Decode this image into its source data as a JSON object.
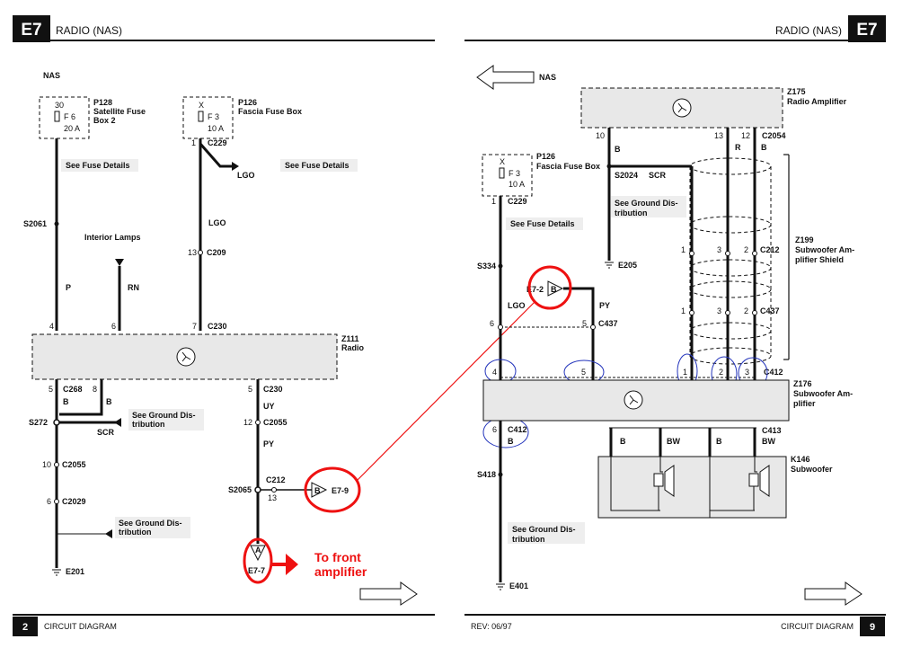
{
  "left_page": {
    "badge": "E7",
    "title": "RADIO (NAS)",
    "region": "NAS",
    "page_number": "2",
    "footer": "CIRCUIT DIAGRAM",
    "fuse_p128": {
      "pin": "30",
      "fuse": "F 6",
      "rating": "20 A",
      "id": "P128",
      "name_line1": "Satellite Fuse",
      "name_line2": "Box 2"
    },
    "fuse_p126": {
      "pin": "X",
      "fuse": "F 3",
      "rating": "10 A",
      "id": "P126",
      "name": "Fascia Fuse Box",
      "conn_pin": "1",
      "connector": "C229"
    },
    "see_fuse_details": "See Fuse Details",
    "wire_lgo": "LGO",
    "wire_p": "P",
    "wire_rn": "RN",
    "interior_lamps": "Interior Lamps",
    "splice_s2061": "S2061",
    "c209": {
      "pin": "13",
      "conn": "C209"
    },
    "radio_top": {
      "pin4": "4",
      "pin6": "6",
      "pin7": "7",
      "conn": "C230"
    },
    "radio": {
      "id": "Z111",
      "name": "Radio"
    },
    "c268": {
      "pin": "5",
      "conn": "C268",
      "pin2": "8"
    },
    "wire_b": "B",
    "splice_s272": "S272",
    "wire_scr": "SCR",
    "see_ground_1": "See Ground Dis-",
    "see_ground_2": "tribution",
    "c2055_left": {
      "pin": "10",
      "conn": "C2055"
    },
    "c2029": {
      "pin": "6",
      "conn": "C2029"
    },
    "see_ground_b1": "See Ground Dis-",
    "see_ground_b2": "tribution",
    "e201": "E201",
    "c230_right": {
      "pin": "5",
      "conn": "C230"
    },
    "wire_uy": "UY",
    "c2055_right": {
      "pin": "12",
      "conn": "C2055"
    },
    "wire_py": "PY",
    "c212": {
      "conn": "C212",
      "pin": "13"
    },
    "splice_s2065": "S2065",
    "e79": {
      "pin": "B",
      "ref": "E7-9"
    },
    "e77": {
      "pin": "A",
      "ref": "E7-7"
    },
    "annotation_1": "To front",
    "annotation_2": "amplifier"
  },
  "right_page": {
    "badge": "E7",
    "title": "RADIO (NAS)",
    "region": "NAS",
    "page_number": "9",
    "rev": "REV: 06/97",
    "footer": "CIRCUIT DIAGRAM",
    "z175": {
      "id": "Z175",
      "name": "Radio Amplifier"
    },
    "c2054": {
      "pin10": "10",
      "pin13": "13",
      "pin12": "12",
      "conn": "C2054"
    },
    "wire_b": "B",
    "wire_r": "R",
    "fuse_p126": {
      "pin": "X",
      "fuse": "F 3",
      "rating": "10 A",
      "id": "P126",
      "name": "Fascia Fuse Box",
      "conn_pin": "1",
      "connector": "C229"
    },
    "s2024": "S2024",
    "wire_scr": "SCR",
    "see_ground_1": "See Ground Dis-",
    "see_ground_2": "tribution",
    "see_fuse_details": "See Fuse Details",
    "e205": "E205",
    "s334": "S334",
    "z199": {
      "id": "Z199",
      "name_line1": "Subwoofer Am-",
      "name_line2": "plifier Shield"
    },
    "c212": {
      "pin1": "1",
      "pin3": "3",
      "pin2": "2",
      "conn": "C212"
    },
    "e72": {
      "pin": "B",
      "ref": "E7-2"
    },
    "wire_lgo": "LGO",
    "wire_py": "PY",
    "c437_left": {
      "pin6": "6",
      "pin5": "5",
      "conn": "C437"
    },
    "c437_right": {
      "pin1": "1",
      "pin3": "3",
      "pin2": "2",
      "conn": "C437"
    },
    "c412_top": {
      "pin4": "4",
      "pin5": "5",
      "pin1": "1",
      "pin2": "2",
      "pin3": "3",
      "conn": "C412"
    },
    "z176": {
      "id": "Z176",
      "name_line1": "Subwoofer Am-",
      "name_line2": "plifier"
    },
    "c412_bottom": {
      "pin": "6",
      "conn": "C412",
      "wire": "B"
    },
    "c413": {
      "conn": "C413",
      "w1": "B",
      "w2": "BW",
      "w3": "B",
      "w4": "BW"
    },
    "k146": {
      "id": "K146",
      "name": "Subwoofer"
    },
    "s418": "S418",
    "see_ground_b1": "See Ground Dis-",
    "see_ground_b2": "tribution",
    "e401": "E401"
  }
}
